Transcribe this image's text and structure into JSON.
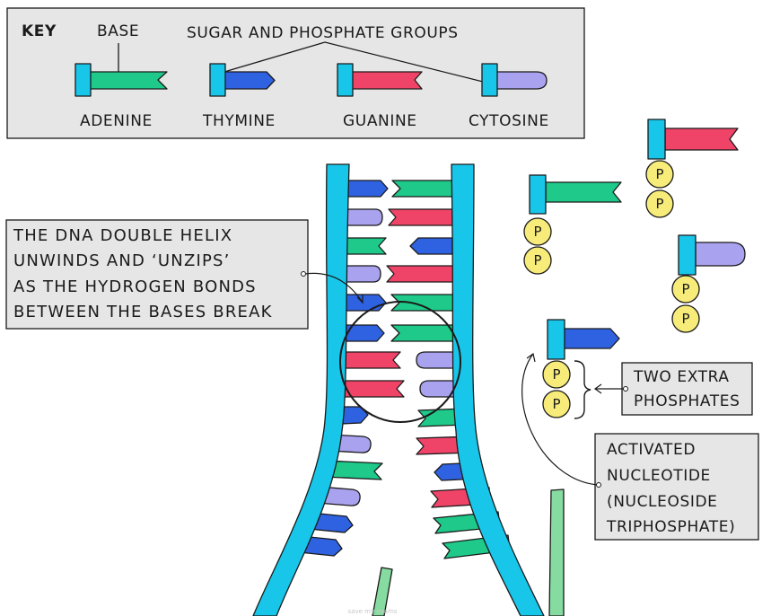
{
  "colors": {
    "adenine": "#1ec98a",
    "thymine": "#2f62e0",
    "guanine": "#ef4468",
    "cytosine": "#a9a2ee",
    "sugar_phosphate": "#18c6ea",
    "phosphate": "#f7ec7a",
    "new_strand": "#86dba0",
    "panel_bg": "#e6e6e6"
  },
  "key": {
    "title": "KEY",
    "base_label": "BASE",
    "backbone_label": "SUGAR AND PHOSPHATE GROUPS",
    "bases": [
      {
        "name": "ADENINE",
        "shape": "adenine-tail-icon"
      },
      {
        "name": "THYMINE",
        "shape": "thymine-arrow-icon"
      },
      {
        "name": "GUANINE",
        "shape": "guanine-tail-icon"
      },
      {
        "name": "CYTOSINE",
        "shape": "cytosine-round-icon"
      }
    ]
  },
  "callouts": {
    "helix": [
      "THE DNA DOUBLE HELIX",
      "UNWINDS AND ‘UNZIPS’",
      "AS THE HYDROGEN BONDS",
      "BETWEEN THE BASES BREAK"
    ],
    "extra_phosphates": [
      "TWO EXTRA",
      "PHOSPHATES"
    ],
    "activated": [
      "ACTIVATED",
      "NUCLEOTIDE",
      "(NUCLEOSIDE",
      "TRIPHOSPHATE)"
    ]
  },
  "phosphate_symbol": "P",
  "watermark": "save my exams"
}
